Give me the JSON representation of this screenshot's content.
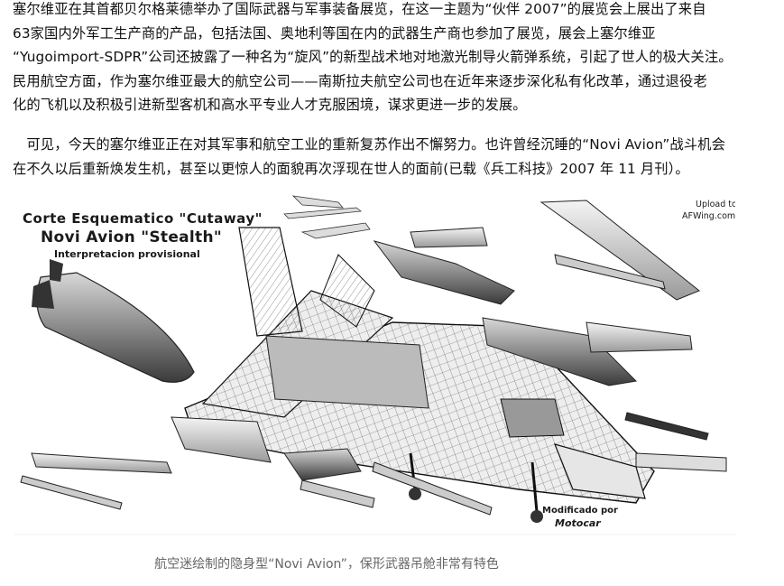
{
  "article": {
    "paragraph1": [
      "塞尔维亚在其首都贝尔格莱德举办了国际武器与军事装备展览，在这一主题为“伙伴 2007”的展览会上展出了来自",
      "63家国内外军工生产商的产品，包括法国、奥地利等国在内的武器生产商也参加了展览，展会上塞尔维亚",
      "“Yugoimport-SDPR”公司还披露了一种名为“旋风”的新型战术地对地激光制导火箭弹系统，引起了世人的极大关注。",
      "民用航空方面，作为塞尔维亚最大的航空公司——南斯拉夫航空公司也在近年来逐步深化私有化改革，通过退役老",
      "化的飞机以及积极引进新型客机和高水平专业人才克服困境，谋求更进一步的发展。"
    ],
    "paragraph2": [
      "　可见，今天的塞尔维亚正在对其军事和航空工业的重新复苏作出不懈努力。也许曾经沉睡的“Novi Avion”战斗机会",
      "在不久以后重新焕发生机，甚至以更惊人的面貌再次浮现在世人的面前(已载《兵工科技》2007 年 11 月刊）。"
    ]
  },
  "figure": {
    "title_line1": "Corte Esquematico \"Cutaway\"",
    "title_line2": "Novi Avion \"Stealth\"",
    "title_line3": "Interpretacion provisional",
    "upload_line1": "Upload to",
    "upload_line2": "AFWing.com",
    "modified_line1": "Modificado por",
    "modified_line2": "Motocar",
    "caption": "航空迷绘制的隐身型“Novi Avion”，保形武器吊舱非常有特色"
  }
}
